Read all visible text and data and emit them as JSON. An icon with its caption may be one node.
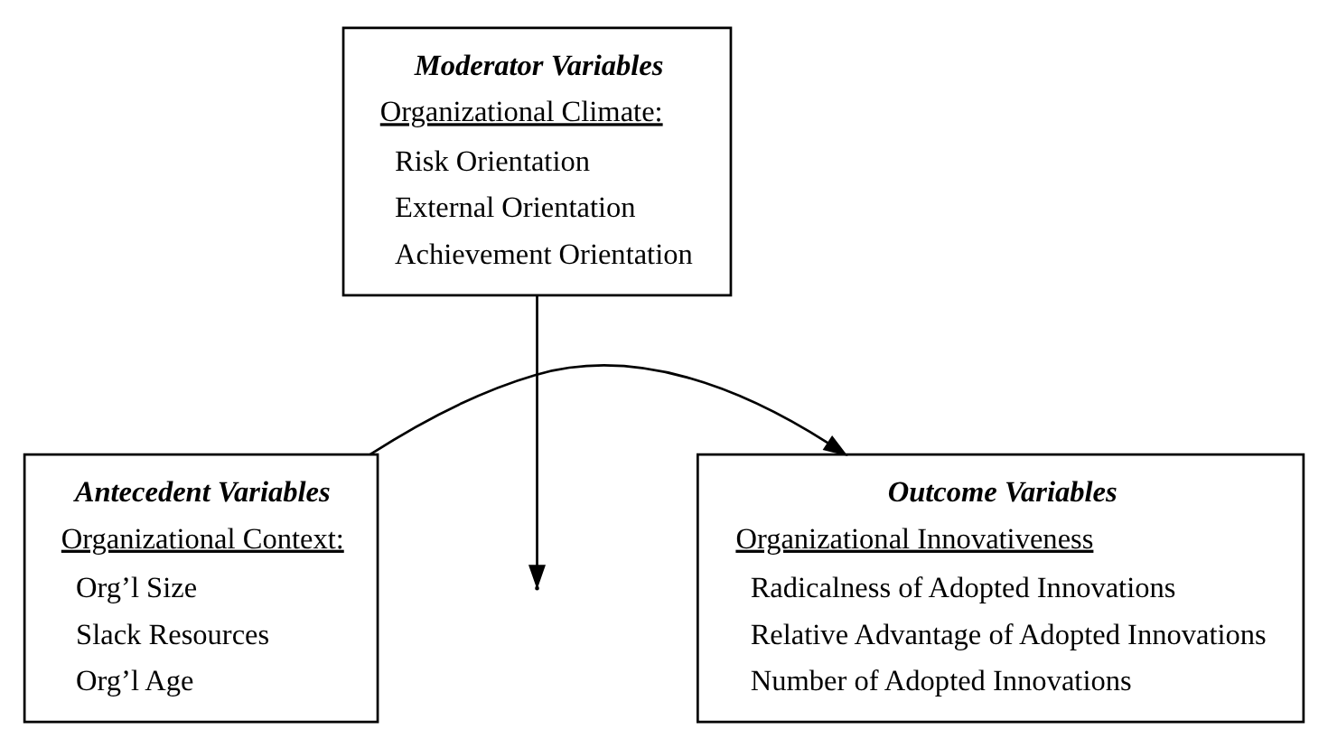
{
  "diagram": {
    "nodes": [
      {
        "text": [
          "Moderator Variables",
          "Organizational Climate:",
          "Risk Orientation",
          "External Orientation",
          "Achievement Orientation"
        ]
      },
      {
        "text": [
          "Antecedent Variables",
          "Organizational Context:",
          "Org’l Size",
          "Slack Resources",
          "Org’l Age"
        ]
      },
      {
        "text": [
          "Outcome Variables",
          "Organizational Innovativeness",
          "Radicalness of Adopted Innovations",
          "Relative Advantage of Adopted Innovations",
          "Number of Adopted Innovations"
        ]
      }
    ],
    "edges": [
      {
        "from": 1,
        "to": 2,
        "arrow": "to"
      },
      {
        "from": 0,
        "to": null,
        "arrow": "to"
      }
    ]
  }
}
